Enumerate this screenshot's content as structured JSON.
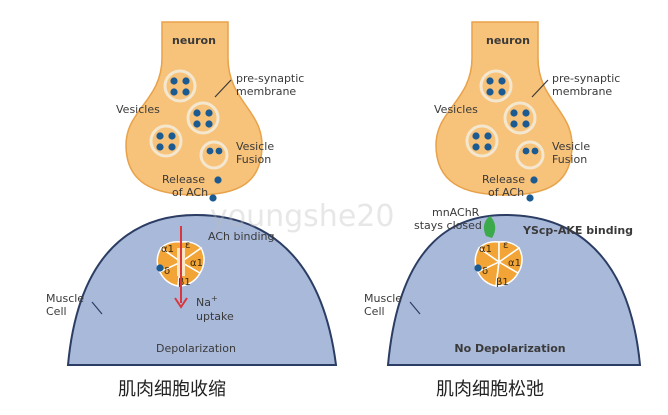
{
  "watermark": "youngshe20",
  "colors": {
    "neuron_fill": "#f7c27a",
    "neuron_stroke": "#e8a24a",
    "vesicle_ring": "#f4e7cf",
    "vesicle_dot": "#1c5a92",
    "muscle_fill": "#a9b9da",
    "muscle_stroke": "#2b3d63",
    "receptor_fill": "#f2a436",
    "receptor_stroke": "#ffffff",
    "arrow_red": "#d9363e",
    "yscp_green": "#3caa4b"
  },
  "left_panel": {
    "neuron_label": "neuron",
    "presynaptic_label": [
      "pre-synaptic",
      "membrane"
    ],
    "vesicles_label": "Vesicles",
    "vesicle_fusion_label": [
      "Vesicle",
      "Fusion"
    ],
    "release_label": [
      "Release",
      "of ACh"
    ],
    "ach_binding_label": "ACh binding",
    "na_label": [
      "Na",
      "uptake"
    ],
    "na_superscript": "+",
    "muscle_label": [
      "Muscle",
      "Cell"
    ],
    "depolarization_label": "Depolarization",
    "caption": "肌肉细胞收缩",
    "subunits": [
      "α1",
      "ε",
      "δ",
      "α1",
      "β1"
    ]
  },
  "right_panel": {
    "neuron_label": "neuron",
    "presynaptic_label": [
      "pre-synaptic",
      "membrane"
    ],
    "vesicles_label": "Vesicles",
    "vesicle_fusion_label": [
      "Vesicle",
      "Fusion"
    ],
    "release_label": [
      "Release",
      "of ACh"
    ],
    "mnachr_label": [
      "mnAChR",
      "stays closed"
    ],
    "yscp_label": "YScp-AKE binding",
    "muscle_label": [
      "Muscle",
      "Cell"
    ],
    "no_depolarization_label": "No Depolarization",
    "caption": "肌肉细胞松弛",
    "subunits": [
      "α1",
      "ε",
      "δ",
      "α1",
      "β1"
    ]
  }
}
